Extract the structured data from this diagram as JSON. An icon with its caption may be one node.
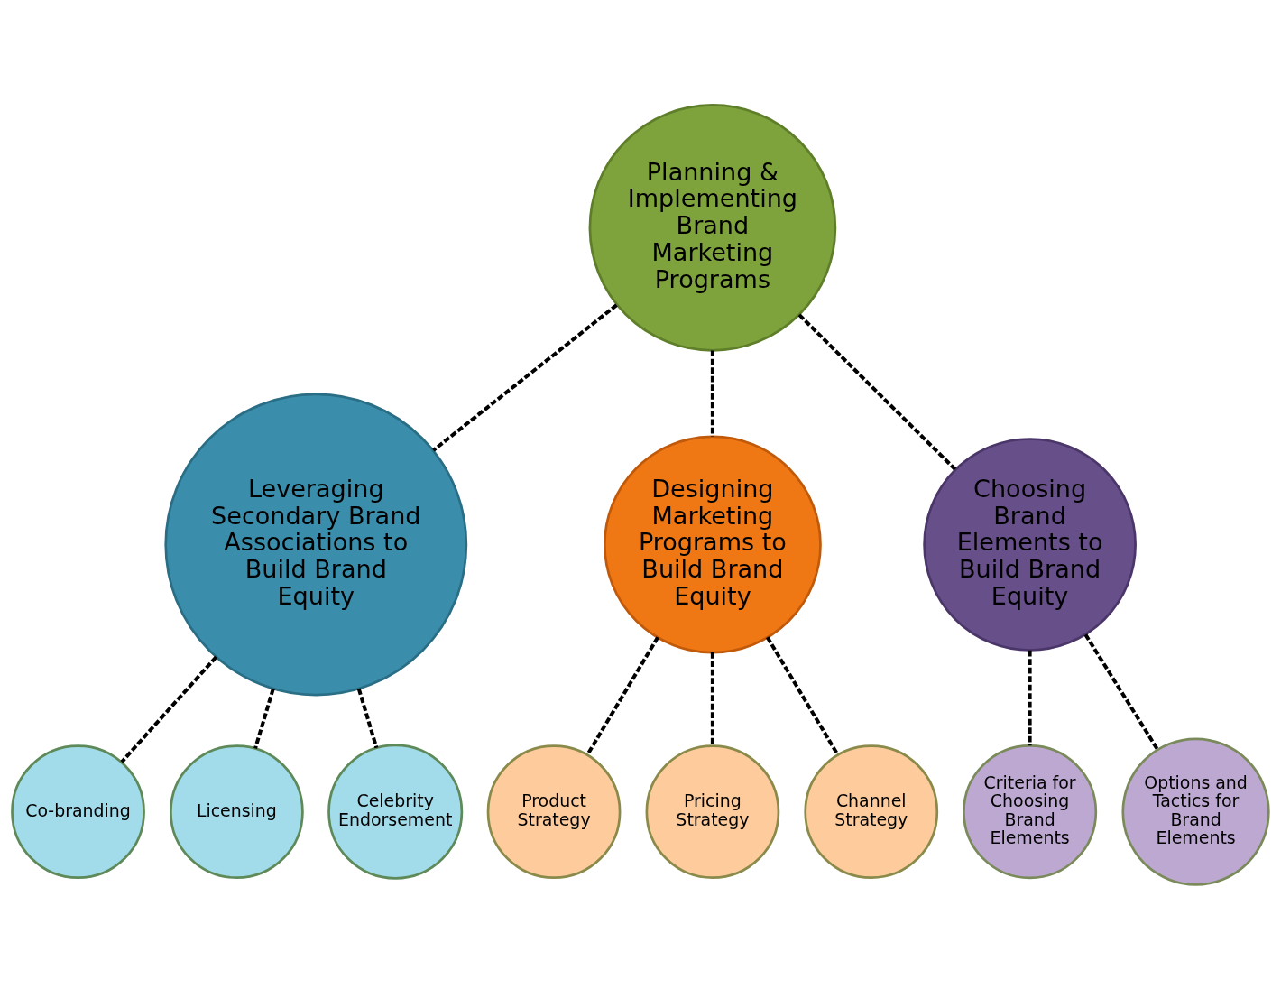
{
  "diagram": {
    "nodes": [
      {
        "text": [
          "Planning & Implementing Brand Marketing Programs"
        ]
      },
      {
        "text": [
          "Leveraging Secondary Brand Associations to Build Brand Equity"
        ]
      },
      {
        "text": [
          "Co-branding"
        ]
      },
      {
        "text": [
          "Licensing"
        ]
      },
      {
        "text": [
          "Celebrity Endorsement"
        ]
      },
      {
        "text": [
          "Designing Marketing Programs to Build Brand Equity"
        ]
      },
      {
        "text": [
          "Product Strategy"
        ]
      },
      {
        "text": [
          "Pricing Strategy"
        ]
      },
      {
        "text": [
          "Channel Strategy"
        ]
      },
      {
        "text": [
          "Choosing Brand Elements to Build Brand Equity"
        ]
      },
      {
        "text": [
          "Criteria for Choosing Brand Elements"
        ]
      },
      {
        "text": [
          "Options and Tactics for Brand Elements"
        ]
      }
    ],
    "edges": [
      {
        "from": 0,
        "to": 1,
        "arrow": "none",
        "style": "dashed"
      },
      {
        "from": 0,
        "to": 9,
        "arrow": "none",
        "style": "dashed"
      },
      {
        "from": 0,
        "to": 5,
        "arrow": "none",
        "style": "dashed"
      },
      {
        "from": 1,
        "to": 2,
        "arrow": "none",
        "style": "dashed"
      },
      {
        "from": 1,
        "to": 3,
        "arrow": "none",
        "style": "dashed"
      },
      {
        "from": 1,
        "to": 4,
        "arrow": "none",
        "style": "dashed"
      },
      {
        "from": 9,
        "to": 10,
        "arrow": "none",
        "style": "dashed"
      },
      {
        "from": 9,
        "to": 11,
        "arrow": "none",
        "style": "dashed"
      },
      {
        "from": 5,
        "to": 6,
        "arrow": "none",
        "style": "dashed"
      },
      {
        "from": 5,
        "to": 7,
        "arrow": "none",
        "style": "dashed"
      },
      {
        "from": 5,
        "to": 8,
        "arrow": "none",
        "style": "dashed"
      }
    ]
  }
}
